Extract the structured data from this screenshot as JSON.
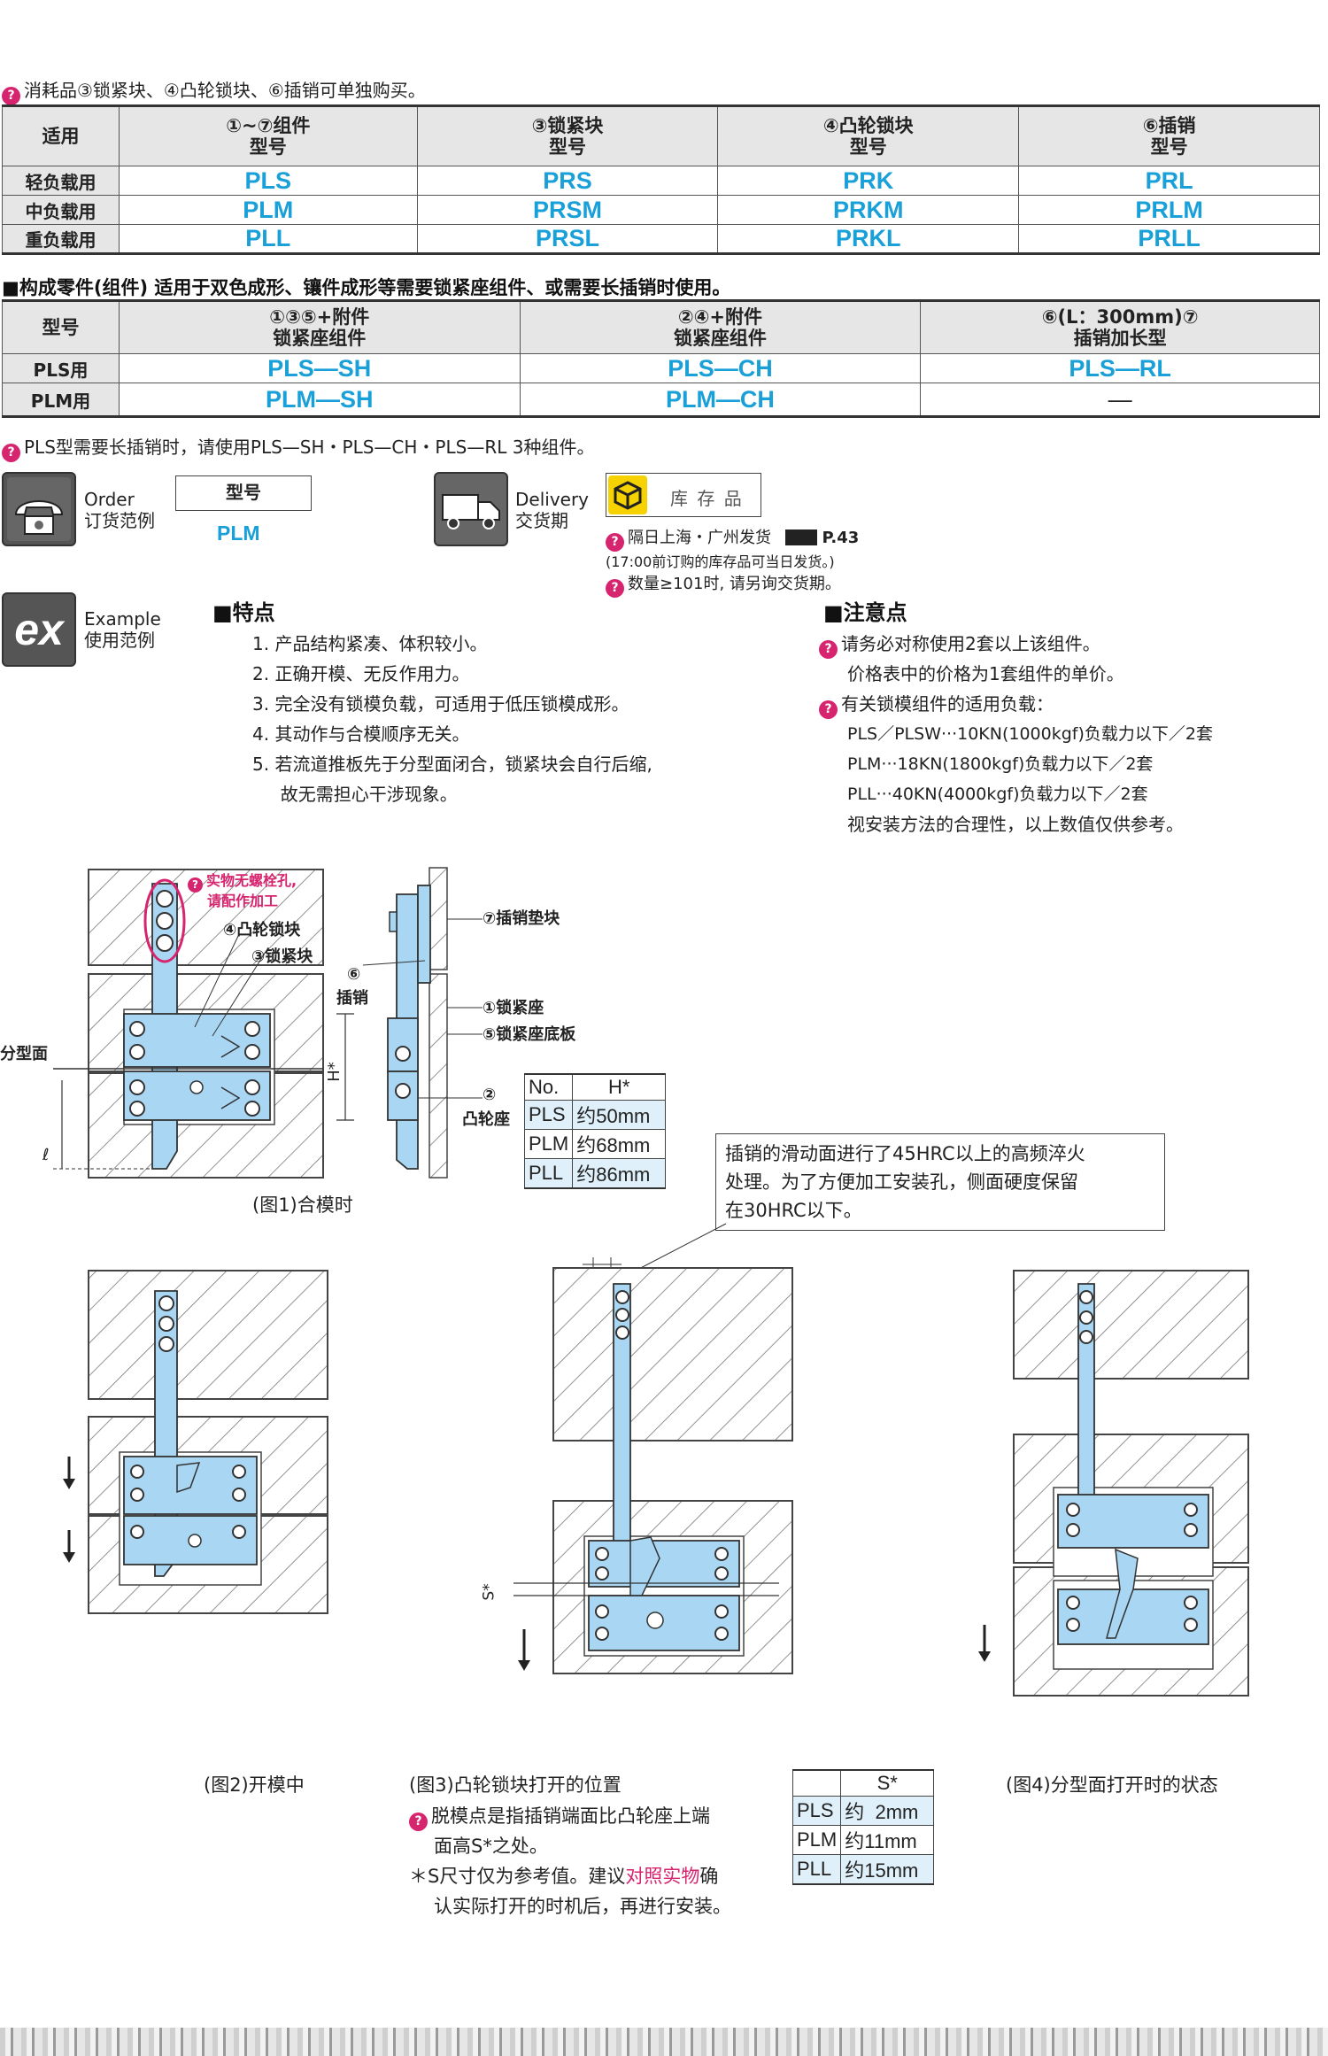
{
  "top_note": "消耗品③锁紧块、④凸轮锁块、⑥插销可单独购买。",
  "table1": {
    "headers": [
      {
        "line1": "适用",
        "line2": ""
      },
      {
        "line1": "①~⑦组件",
        "line2": "型号"
      },
      {
        "line1": "③锁紧块",
        "line2": "型号"
      },
      {
        "line1": "④凸轮锁块",
        "line2": "型号"
      },
      {
        "line1": "⑥插销",
        "line2": "型号"
      }
    ],
    "rows": [
      {
        "label": "轻负载用",
        "c1": "PLS",
        "c2": "PRS",
        "c3": "PRK",
        "c4": "PRL"
      },
      {
        "label": "中负载用",
        "c1": "PLM",
        "c2": "PRSM",
        "c3": "PRKM",
        "c4": "PRLM"
      },
      {
        "label": "重负载用",
        "c1": "PLL",
        "c2": "PRSL",
        "c3": "PRKL",
        "c4": "PRLL"
      }
    ]
  },
  "section2_title": "■构成零件(组件)  适用于双色成形、镶件成形等需要锁紧座组件、或需要长插销时使用。",
  "table2": {
    "headers": [
      {
        "line1": "型号",
        "line2": ""
      },
      {
        "line1": "①③⑤+附件",
        "line2": "锁紧座组件"
      },
      {
        "line1": "②④+附件",
        "line2": "锁紧座组件"
      },
      {
        "line1": "⑥(L：300mm)⑦",
        "line2": "插销加长型"
      }
    ],
    "rows": [
      {
        "label": "PLS用",
        "c1": "PLS—SH",
        "c2": "PLS—CH",
        "c3": "PLS—RL"
      },
      {
        "label": "PLM用",
        "c1": "PLM—SH",
        "c2": "PLM—CH",
        "c3": "—"
      }
    ]
  },
  "pls_note": "PLS型需要长插销时，请使用PLS—SH・PLS—CH・PLS—RL 3种组件。",
  "order": {
    "en": "Order",
    "cn": "订货范例",
    "box_label": "型号",
    "value": "PLM"
  },
  "delivery": {
    "en": "Delivery",
    "cn": "交货期",
    "stock_label": "库 存 品",
    "ship_note": "隔日上海・广州发货",
    "page_ref": "P.43",
    "cutoff_note": "(17:00前订购的库存品可当日发货。)",
    "qty_note": "数量≥101时, 请另询交货期。"
  },
  "example": {
    "icon_text": "ex",
    "en": "Example",
    "cn": "使用范例"
  },
  "features": {
    "title": "■特点",
    "items": [
      "1.  产品结构紧凑、体积较小。",
      "2.  正确开模、无反作用力。",
      "3.  完全没有锁模负载，可适用于低压锁模成形。",
      "4.  其动作与合模顺序无关。",
      "5.  若流道推板先于分型面闭合，锁紧块会自行后缩,",
      "     故无需担心干涉现象。"
    ]
  },
  "cautions": {
    "title": "■注意点",
    "line1": "请务必对称使用2套以上该组件。",
    "line2": "价格表中的价格为1套组件的单价。",
    "line3": "有关锁模组件的适用负载：",
    "load_lines": [
      "PLS／PLSW···10KN(1000kgf)负载力以下／2套",
      "PLM···18KN(1800kgf)负载力以下／2套",
      "PLL···40KN(4000kgf)负载力以下／2套",
      "视安装方法的合理性，以上数值仅供参考。"
    ]
  },
  "fig1": {
    "callout": "实物无螺栓孔,",
    "callout2": "请配作加工",
    "parts": [
      "④凸轮锁块",
      "③锁紧块",
      "⑥",
      "插销",
      "⑦插销垫块",
      "①锁紧座",
      "⑤锁紧座底板",
      "②",
      "凸轮座"
    ],
    "parting_label": "分型面",
    "h_label": "H*",
    "l_label": "ℓ",
    "caption": "(图1)合模时"
  },
  "h_table": {
    "header": [
      "No.",
      "H*"
    ],
    "rows": [
      [
        "PLS",
        "约50mm"
      ],
      [
        "PLM",
        "约68mm"
      ],
      [
        "PLL",
        "约86mm"
      ]
    ]
  },
  "hrc_note": [
    "插销的滑动面进行了45HRC以上的高频淬火",
    "处理。为了方便加工安装孔，侧面硬度保留",
    "在30HRC以下。"
  ],
  "fig2_caption": "(图2)开模中",
  "fig3_caption": "(图3)凸轮锁块打开的位置",
  "fig3_s_label": "S*",
  "fig3_note1": "脱模点是指插销端面比凸轮座上端",
  "fig3_note2": "面高S*之处。",
  "fig3_note3a": "＊S尺寸仅为参考值。建议",
  "fig3_note3b": "对照实物",
  "fig3_note3c": "确",
  "fig3_note4": "认实际打开的时机后，再进行安装。",
  "s_table": {
    "header": [
      "",
      "S*"
    ],
    "rows": [
      [
        "PLS",
        "约  2mm"
      ],
      [
        "PLM",
        "约11mm"
      ],
      [
        "PLL",
        "约15mm"
      ]
    ]
  },
  "fig4_caption": "(图4)分型面打开时的状态",
  "colors": {
    "accent_blue": "#1aa0d8",
    "magenta": "#d6246e",
    "part_blue": "#a9d6f2",
    "header_gray": "#e6e6e6"
  }
}
